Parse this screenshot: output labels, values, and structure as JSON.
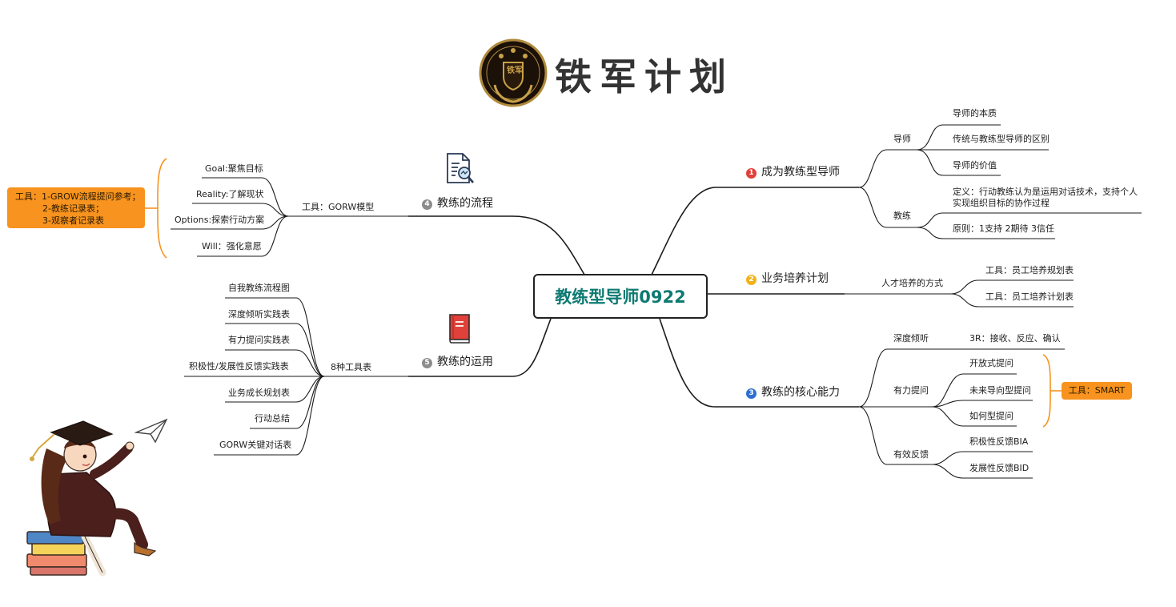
{
  "header": {
    "title": "铁军计划",
    "logo_text": "铁军"
  },
  "center": {
    "label": "教练型导师0922"
  },
  "branches": {
    "b1": {
      "num": "1",
      "color": "#e0413a",
      "label": "成为教练型导师",
      "sub": [
        {
          "label": "导师",
          "items": [
            "导师的本质",
            "传统与教练型导师的区别",
            "导师的价值"
          ]
        },
        {
          "label": "教练",
          "items": [
            "定义：行动教练认为是运用对话技术，支持个人",
            "实现组织目标的协作过程",
            "原则：1支持 2期待 3信任"
          ]
        }
      ]
    },
    "b2": {
      "num": "2",
      "color": "#f2b21b",
      "label": "业务培养计划",
      "sub": [
        {
          "label": "人才培养的方式",
          "items": [
            "工具：员工培养规划表",
            "工具：员工培养计划表"
          ]
        }
      ]
    },
    "b3": {
      "num": "3",
      "color": "#2e6fd1",
      "label": "教练的核心能力",
      "sub": [
        {
          "label": "深度倾听",
          "items": [
            "3R：接收、反应、确认"
          ]
        },
        {
          "label": "有力提问",
          "items": [
            "开放式提问",
            "未来导向型提问",
            "如何型提问"
          ]
        },
        {
          "label": "有效反馈",
          "items": [
            "积极性反馈BIA",
            "发展性反馈BID"
          ]
        }
      ],
      "callout": "工具：SMART"
    },
    "b4": {
      "num": "4",
      "color": "#8c8c8c",
      "label": "教练的流程",
      "sub": [
        {
          "label": "工具：GORW模型",
          "items": [
            "Goal:聚焦目标",
            "Reality:了解现状",
            "Options:探索行动方案",
            "Will：强化意愿"
          ]
        }
      ],
      "callout_lines": [
        "工具：1-GROW流程提问参考；",
        "2-教练记录表；",
        "3-观察者记录表"
      ]
    },
    "b5": {
      "num": "5",
      "color": "#8c8c8c",
      "label": "教练的运用",
      "sub": [
        {
          "label": "8种工具表",
          "items": [
            "自我教练流程图",
            "深度倾听实践表",
            "有力提问实践表",
            "积极性/发展性反馈实践表",
            "业务成长规划表",
            "行动总结",
            "GORW关键对话表"
          ]
        }
      ]
    }
  },
  "colors": {
    "center_text": "#0d7a72",
    "callout_bg": "#f7931e",
    "line": "#1a1a1a",
    "bracket": "#f7931e"
  },
  "icons": [
    "laurel-logo-icon",
    "report-magnifier-icon",
    "red-book-icon",
    "student-girl-illustration",
    "paper-plane-icon",
    "book-stack-icon"
  ]
}
